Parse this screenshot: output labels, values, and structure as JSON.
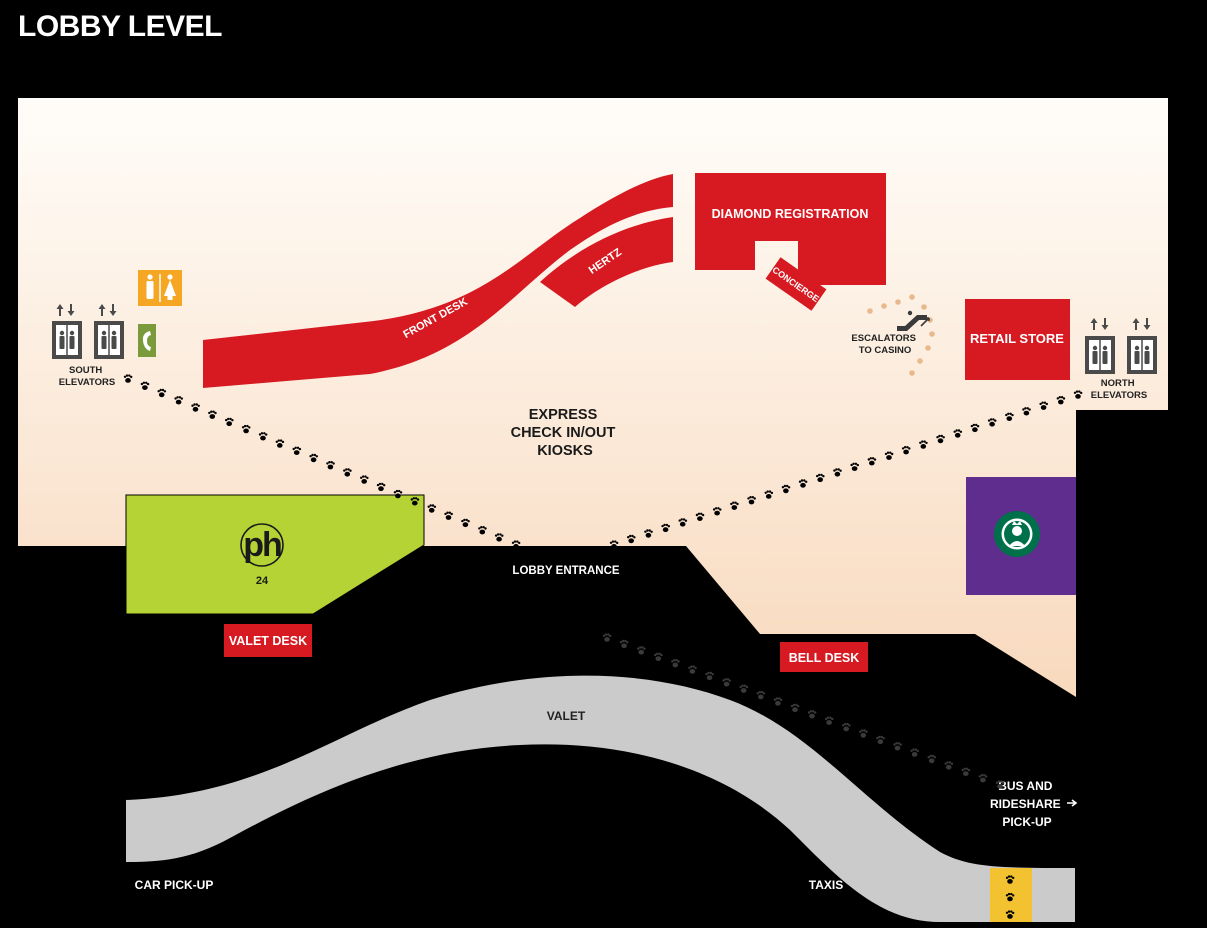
{
  "title": "LOBBY LEVEL",
  "labels": {
    "front_desk": "FRONT DESK",
    "hertz": "HERTZ",
    "diamond_registration": "DIAMOND REGISTRATION",
    "concierge": "CONCIERGE",
    "escalators_line1": "ESCALATORS",
    "escalators_line2": "TO CASINO",
    "retail_store": "RETAIL STORE",
    "south_elevators_line1": "SOUTH",
    "south_elevators_line2": "ELEVATORS",
    "north_elevators_line1": "NORTH",
    "north_elevators_line2": "ELEVATORS",
    "express_line1": "EXPRESS",
    "express_line2": "CHECK IN/OUT",
    "express_line3": "KIOSKS",
    "ph_logo": "ph",
    "ph_sub": "24",
    "lobby_entrance": "LOBBY ENTRANCE",
    "valet_desk": "VALET DESK",
    "bell_desk": "BELL DESK",
    "valet": "VALET",
    "car_pickup": "CAR PICK-UP",
    "taxis": "TAXIS",
    "bus_line1": "BUS AND",
    "bus_line2": "RIDESHARE",
    "bus_line3": "PICK-UP"
  },
  "icons": {
    "elevator": "elevator-icon",
    "restroom": "restroom-icon",
    "phone": "phone-icon",
    "escalator": "escalator-icon",
    "starbucks": "starbucks-logo-icon",
    "pawprint": "pawprint-icon"
  },
  "colors": {
    "background": "#000000",
    "floor_top": "#fffdf9",
    "floor_bottom": "#f8dcc2",
    "red": "#d71921",
    "ph_green": "#b5d334",
    "starbucks_purple": "#5e2d8e",
    "starbucks_green": "#00704a",
    "road": "#cbcbcb",
    "icon_gray": "#4a4a4a",
    "restroom_orange": "#f5a623",
    "phone_green": "#7a9a3b",
    "escalator_dots": "#e8b98c",
    "taxi_yellow": "#f2c230"
  }
}
